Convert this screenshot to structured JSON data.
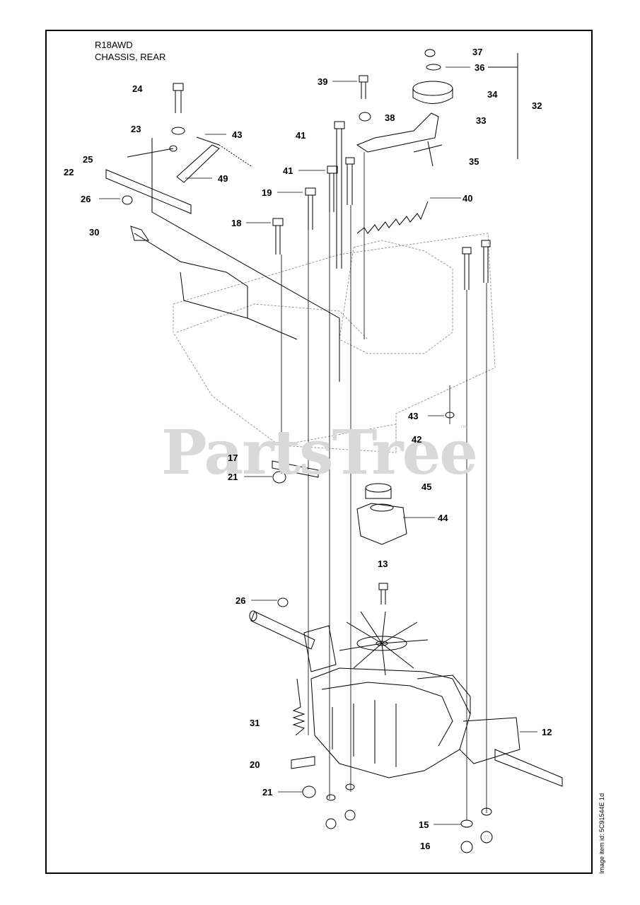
{
  "header": {
    "model": "R18AWD",
    "section": "CHASSIS, REAR"
  },
  "watermark": {
    "text": "PartsTree",
    "trademark": "™"
  },
  "image_id_text": "Image item id: 5C91544E 1d",
  "callouts": {
    "c12": "12",
    "c13": "13",
    "c15": "15",
    "c16": "16",
    "c17": "17",
    "c18": "18",
    "c19": "19",
    "c20": "20",
    "c21a": "21",
    "c21b": "21",
    "c22": "22",
    "c23": "23",
    "c24": "24",
    "c25": "25",
    "c26a": "26",
    "c26b": "26",
    "c30": "30",
    "c31": "31",
    "c32": "32",
    "c33": "33",
    "c34": "34",
    "c35": "35",
    "c36": "36",
    "c37": "37",
    "c38": "38",
    "c39": "39",
    "c40": "40",
    "c41a": "41",
    "c41b": "41",
    "c42": "42",
    "c43a": "43",
    "c43b": "43",
    "c44": "44",
    "c45": "45",
    "c49": "49"
  },
  "colors": {
    "line": "#000000",
    "watermark": "#d9d9d9"
  }
}
